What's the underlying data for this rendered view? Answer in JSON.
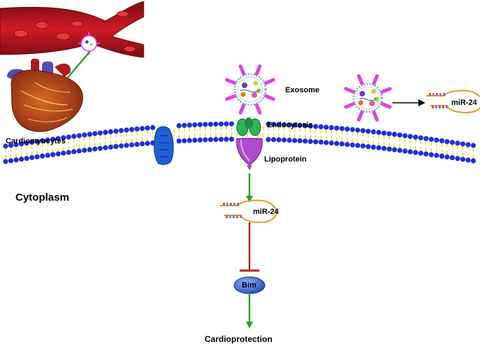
{
  "labels": {
    "cardiomyocytes": "Cardiomyocytes",
    "exosome": "Exosome",
    "endocytosis": "Endocytosis",
    "lipoprotein": "Lipoprotein",
    "cytoplasm": "Cytoplasm",
    "mir24_free": "miR-24",
    "mir24_cytoplasm": "miR-24",
    "bim": "Bim",
    "cardioprotection": "Cardioprotection"
  },
  "colors": {
    "membrane_head": "#1f2fd6",
    "membrane_tail": "#e8d400",
    "activation_arrow": "#2ca02c",
    "inhibition": "#b22222",
    "rna_loop": "#e69a2a",
    "exosome_spike": "#e040e0",
    "bim": "#3a6fd8",
    "vessel": "#b5121b",
    "lipoprotein": "#b04ad0",
    "endocytosis_receptor": "#2fb35a",
    "channel": "#1f5fd6"
  },
  "icons": [
    "blood-vessel-icon",
    "heart-icon",
    "exosome-icon",
    "membrane-channel-icon",
    "rna-hairpin-icon",
    "bim-protein-icon"
  ]
}
